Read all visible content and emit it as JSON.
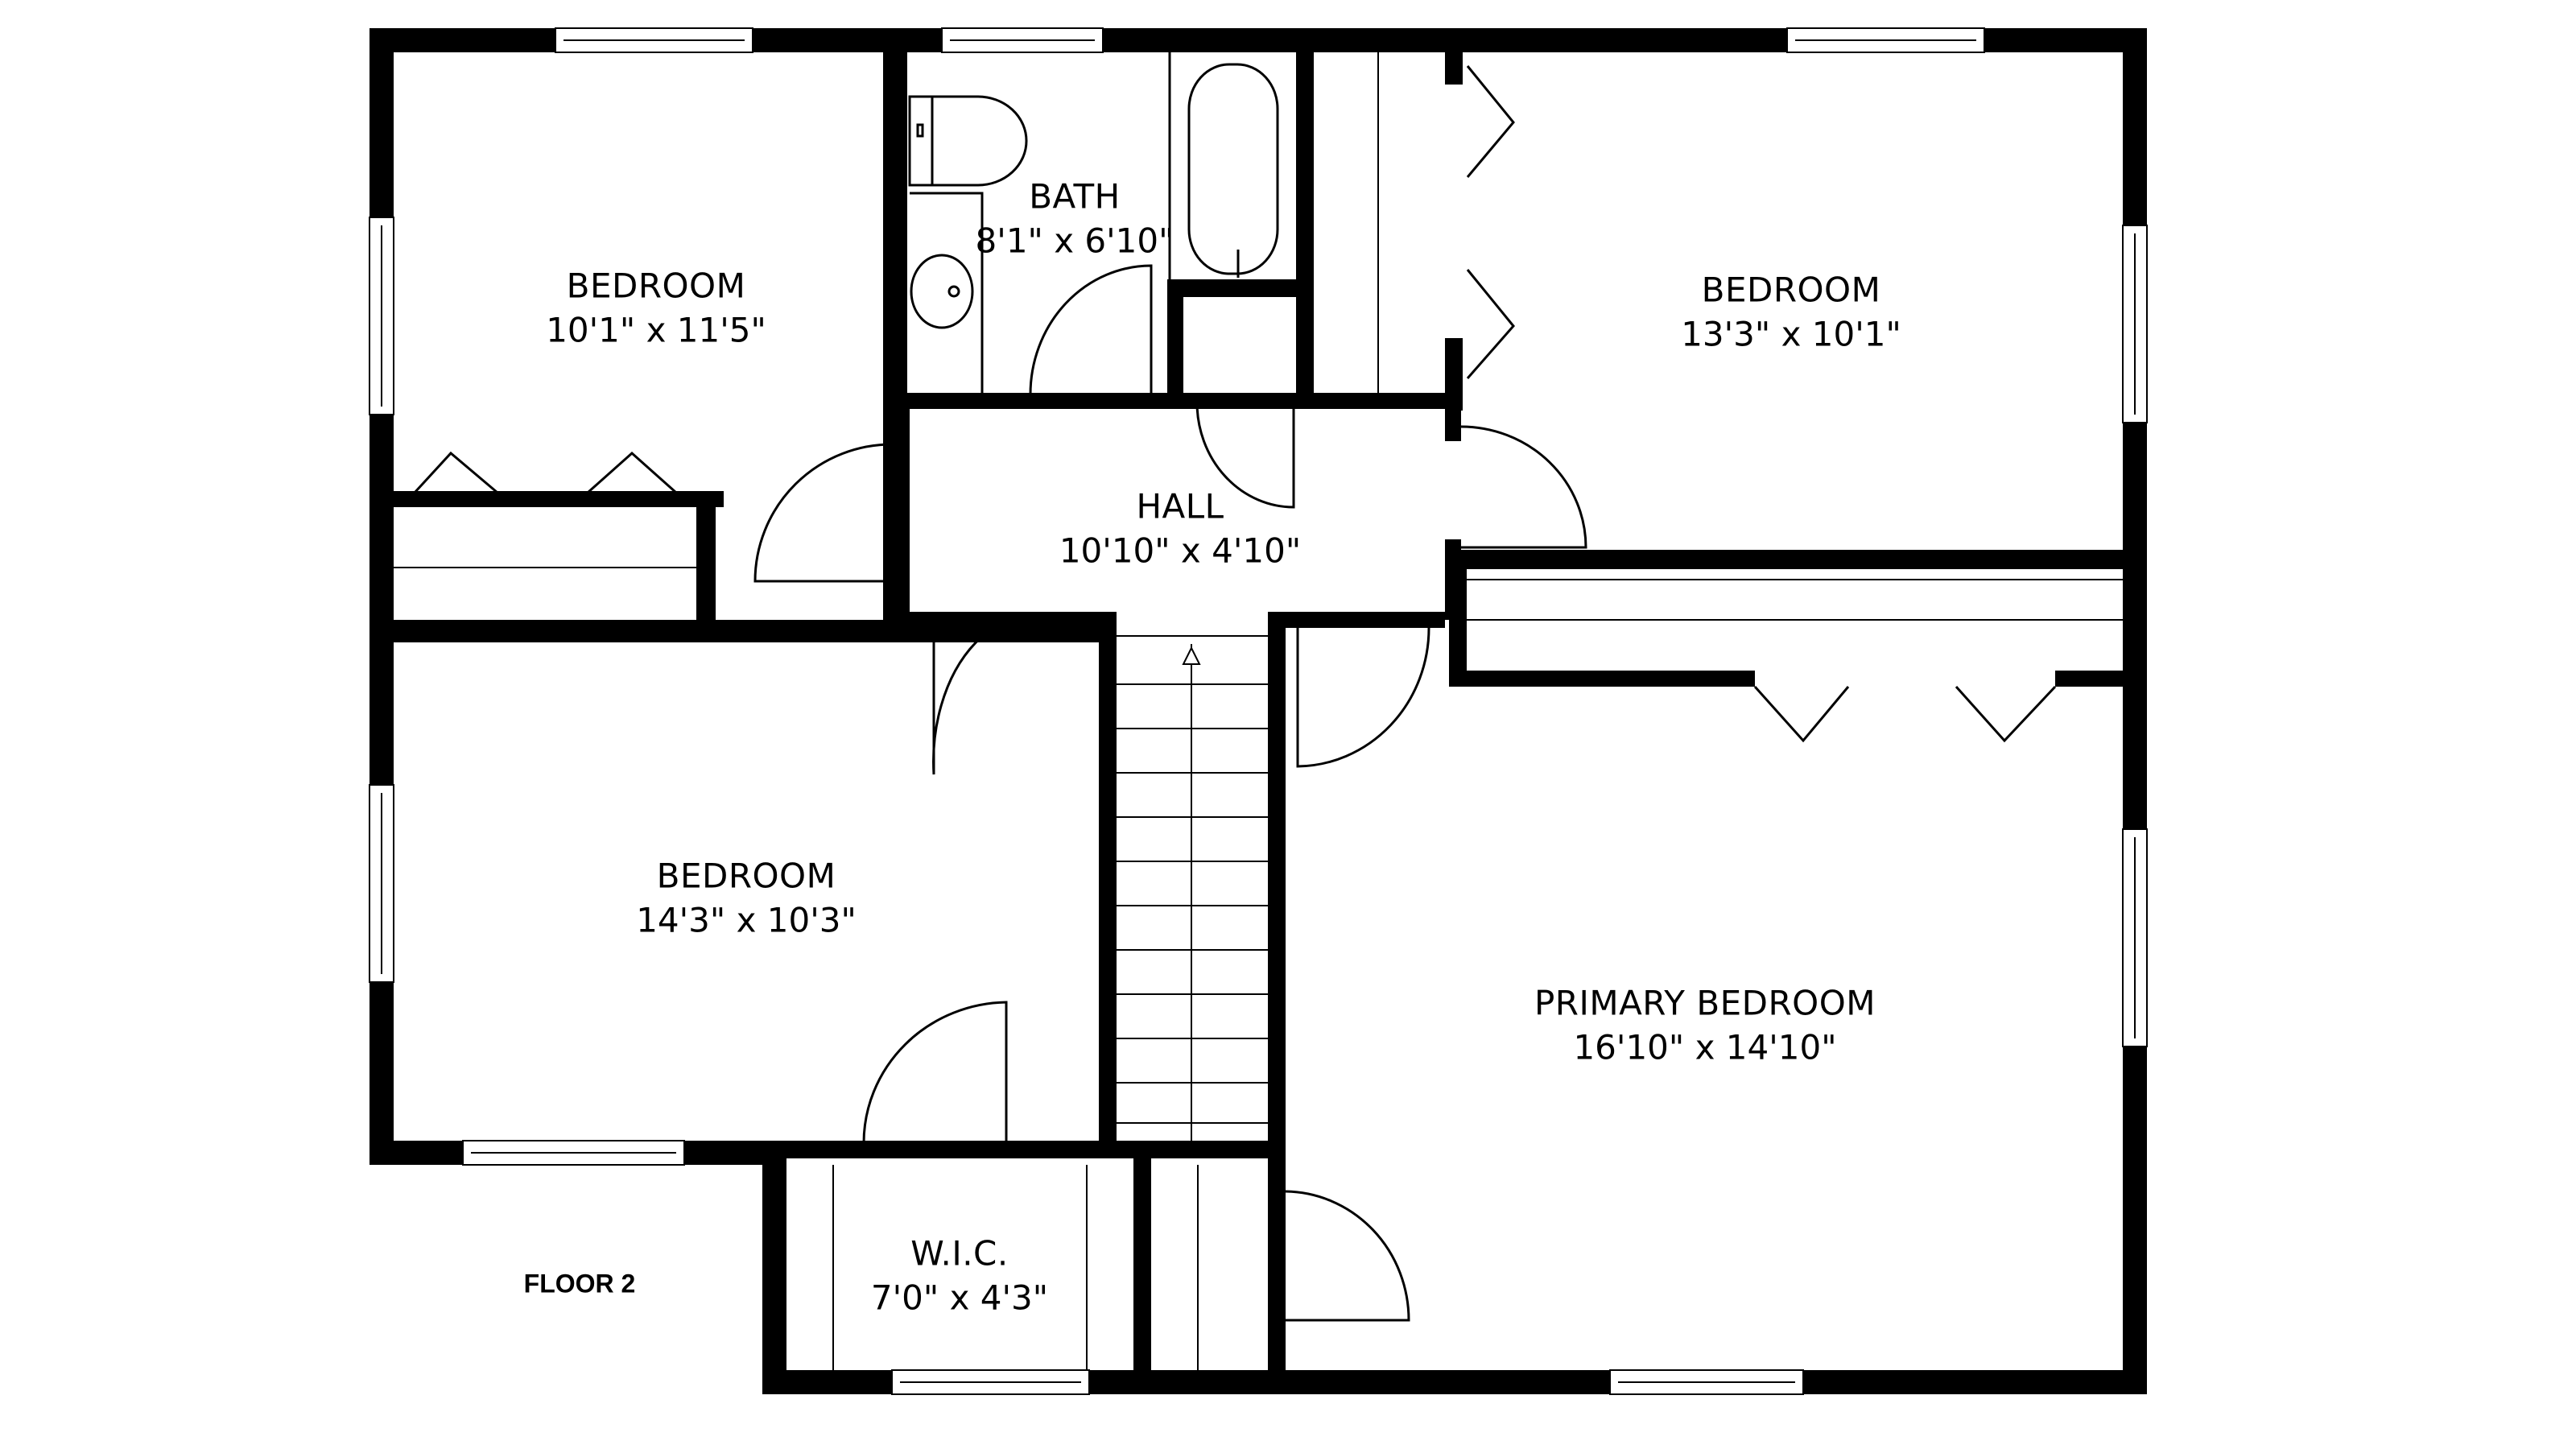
{
  "floor_label": "FLOOR 2",
  "colors": {
    "wall": "#000000",
    "background": "#ffffff",
    "fixture_line": "#000000"
  },
  "rooms": [
    {
      "id": "bedroom-nw",
      "name": "BEDROOM",
      "dimensions": "10'1\" x 11'5\""
    },
    {
      "id": "bath",
      "name": "BATH",
      "dimensions": "8'1\" x 6'10\""
    },
    {
      "id": "bedroom-ne",
      "name": "BEDROOM",
      "dimensions": "13'3\" x 10'1\""
    },
    {
      "id": "hall",
      "name": "HALL",
      "dimensions": "10'10\" x 4'10\""
    },
    {
      "id": "bedroom-sw",
      "name": "BEDROOM",
      "dimensions": "14'3\" x 10'3\""
    },
    {
      "id": "primary-bedroom",
      "name": "PRIMARY BEDROOM",
      "dimensions": "16'10\" x 14'10\""
    },
    {
      "id": "wic",
      "name": "W.I.C.",
      "dimensions": "7'0\" x 4'3\""
    }
  ]
}
